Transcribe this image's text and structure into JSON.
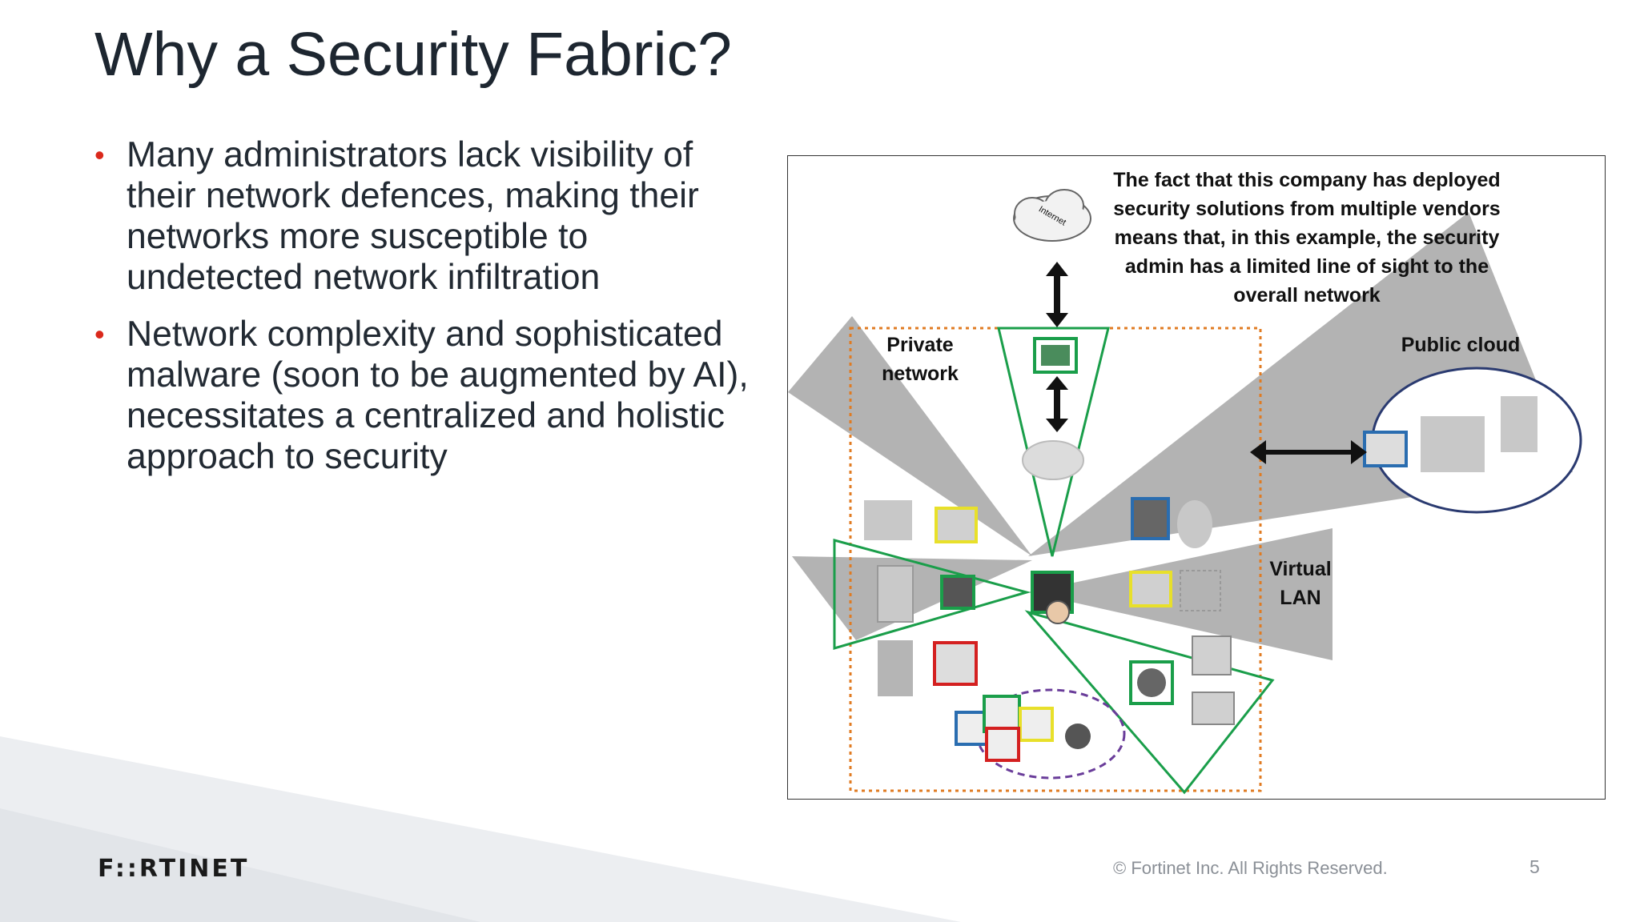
{
  "slide": {
    "title": "Why a Security Fabric?",
    "bullets": [
      "Many administrators lack visibility of their network defences, making their networks more susceptible to undetected network infiltration",
      "Network complexity and sophisticated malware (soon to be augmented by AI), necessitates a centralized and holistic approach to security"
    ],
    "bullet_color": "#da291c"
  },
  "diagram": {
    "callout": "The fact that this company has deployed security solutions from multiple vendors means that, in this example, the security admin has a limited line of sight to the overall network",
    "labels": {
      "private_network": "Private network",
      "public_cloud": "Public cloud",
      "virtual_lan": "Virtual LAN",
      "internet": "Internet"
    },
    "colors": {
      "visible_beam": "#1a9e4a",
      "blind_beam": "#a6a6a6",
      "private_border": "#e07b22",
      "endpoint_group": "#6a3d9a",
      "box_green": "#1a9e4a",
      "box_yellow": "#e8e02a",
      "box_red": "#d42020",
      "box_blue": "#2a6db0"
    }
  },
  "footer": {
    "logo": "F::RTINET",
    "copyright": "© Fortinet Inc. All Rights Reserved.",
    "page": "5"
  }
}
